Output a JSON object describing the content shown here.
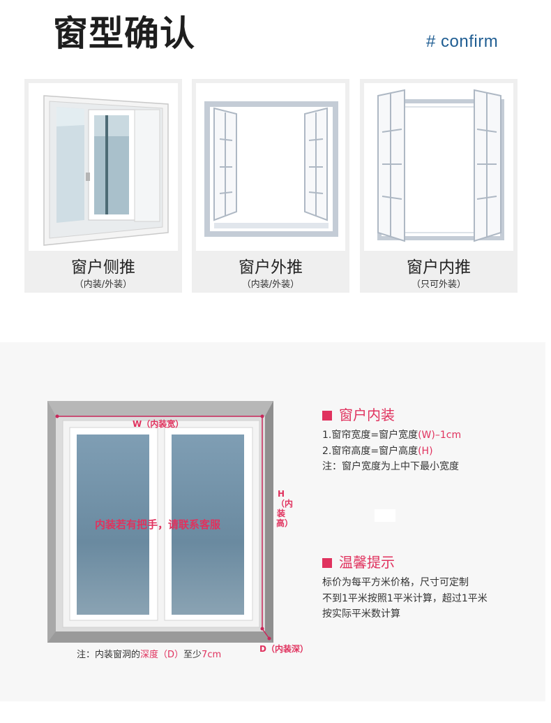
{
  "header": {
    "title": "窗型确认",
    "subtitle": "# confirm"
  },
  "cards": [
    {
      "name": "窗户侧推",
      "note": "（内装/外装）",
      "icon": "sliding-window-icon"
    },
    {
      "name": "窗户外推",
      "note": "（内装/外装）",
      "icon": "outward-casement-window-icon"
    },
    {
      "name": "窗户内推",
      "note": "（只可外装）",
      "icon": "inward-casement-window-icon"
    }
  ],
  "diagram": {
    "w_label": "W（内装宽）",
    "h_label": "H（内装高）",
    "d_label": "D（内装深）",
    "overlay": "内装若有把手，请联系客服",
    "note_prefix": "注：内装窗洞的",
    "note_depth": "深度（D）",
    "note_mid": "至少",
    "note_value": "7cm"
  },
  "install": {
    "heading": "窗户内装",
    "line1_prefix": "1.窗帘宽度=窗户宽度",
    "line1_highlight": "(W)–1cm",
    "line2_prefix": "2.窗帘高度=窗户高度",
    "line2_highlight": "(H)",
    "note": "注：窗户宽度为上中下最小宽度"
  },
  "tips": {
    "heading": "温馨提示",
    "lines": [
      "标价为每平方米价格，尺寸可定制",
      "不到1平米按照1平米计算，超过1平米",
      "按实际平米数计算"
    ]
  },
  "colors": {
    "accent": "#e0325e",
    "confirm_blue": "#1f5d92",
    "glass": "#6f90a8"
  }
}
